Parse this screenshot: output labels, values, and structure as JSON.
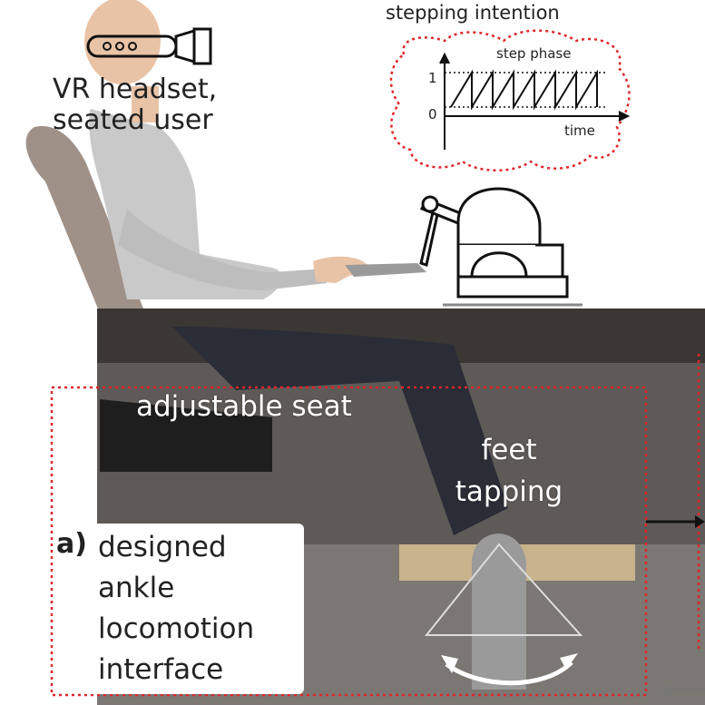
{
  "header": {
    "vr_label_line1": "VR headset,",
    "vr_label_line2": "seated user",
    "stepping_title": "stepping intention"
  },
  "inset_chart": {
    "phase_label": "step phase",
    "y_tick_1": "1",
    "y_tick_0": "0",
    "x_label": "time"
  },
  "photo": {
    "seat_label": "adjustable seat",
    "feet_label_line1": "feet",
    "feet_label_line2": "tapping"
  },
  "caption": {
    "panel_letter": "a)",
    "lines": [
      "designed",
      "ankle",
      "locomotion",
      "interface"
    ]
  },
  "colors": {
    "highlight_dashed": "#e0262b",
    "body_gray": "#c9c9c9",
    "chair_brown": "#a09188",
    "skin": "#e9c3a6"
  }
}
